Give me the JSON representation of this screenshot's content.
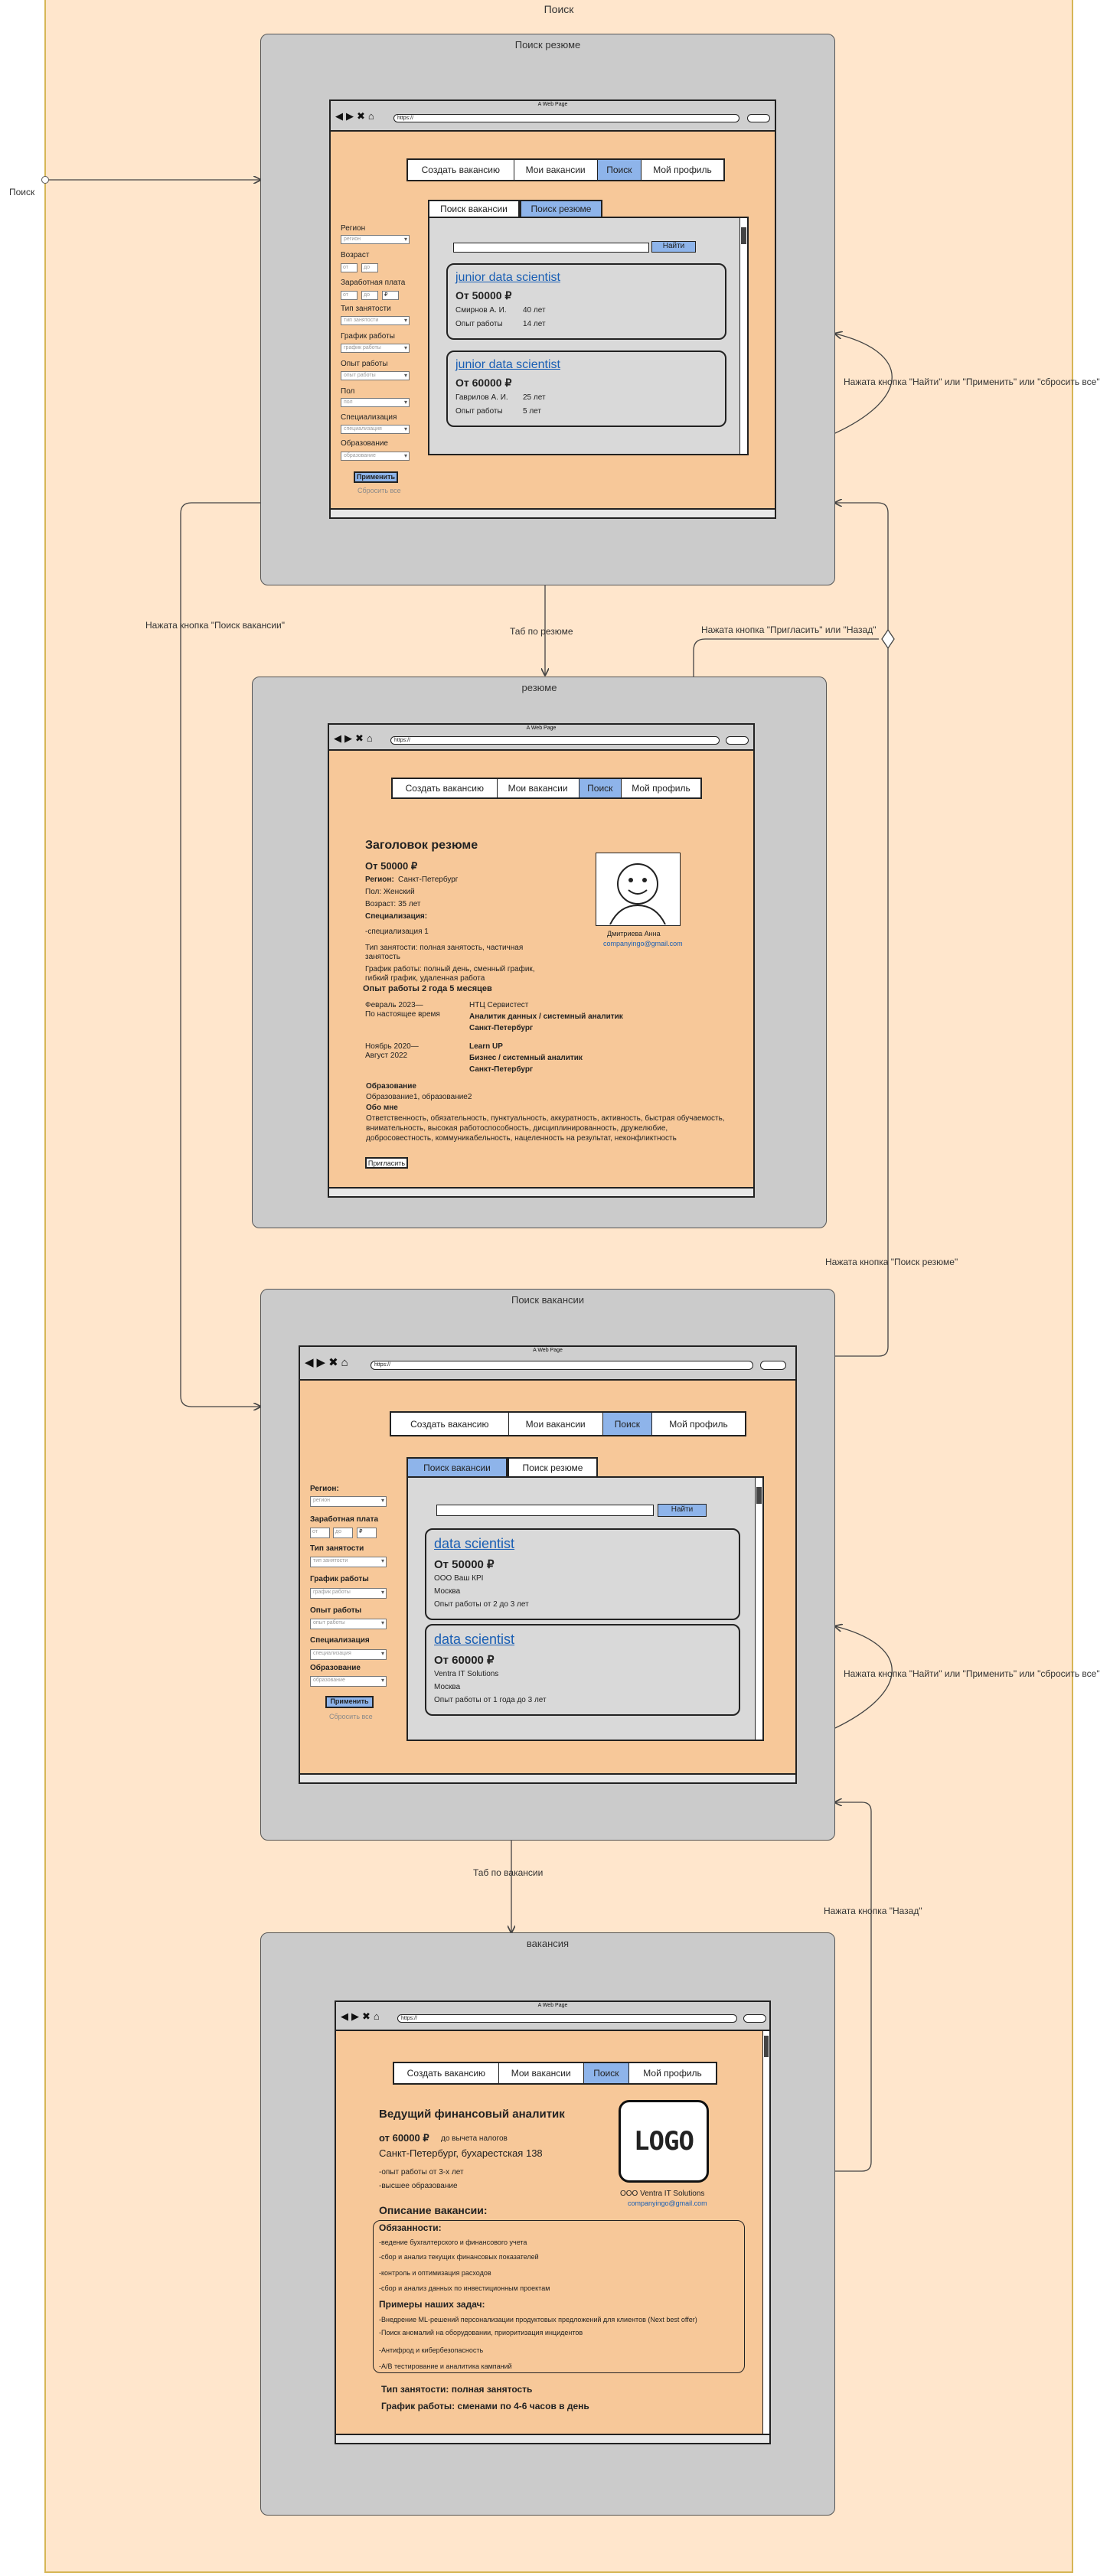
{
  "pool": {
    "title": "Поиск"
  },
  "start_label": "Поиск",
  "menu_items": [
    "Создать вакансию",
    "Мои вакансии",
    "Поиск",
    "Мой профиль"
  ],
  "browser": {
    "title": "A Web Page",
    "url": "https://"
  },
  "frames": {
    "resume_search": "Поиск резюме",
    "resume": "резюме",
    "vacancy_search": "Поиск вакансии",
    "vacancy": "вакансия"
  },
  "edges": {
    "find_apply_reset": "Нажата кнопка \"Найти\" или \"Применить\" или \"сбросить все\"",
    "tab_resume": "Таб по резюме",
    "invite_back": "Нажата кнопка \"Пригласить\" или \"Назад\"",
    "press_vacancy_search": "Нажата кнопка \"Поиск вакансии\"",
    "press_resume_search": "Нажата кнопка \"Поиск резюме\"",
    "tab_vacancy": "Таб по вакансии",
    "press_back": "Нажата кнопка \"Назад\""
  },
  "search_tabs": {
    "vacancies": "Поиск вакансии",
    "resumes": "Поиск резюме"
  },
  "find_button": "Найти",
  "apply_button": "Применить",
  "reset_link": "Сбросить все",
  "resume_filters": [
    {
      "label": "Регион",
      "placeholder": "регион"
    },
    {
      "label": "Возраст",
      "from": "от",
      "to": "до"
    },
    {
      "label": "Заработная плата",
      "from": "от",
      "to": "до",
      "currency": "₽"
    },
    {
      "label": "Тип занятости",
      "placeholder": "тип занятости"
    },
    {
      "label": "График работы",
      "placeholder": "график работы"
    },
    {
      "label": "Опыт работы",
      "placeholder": "опыт работы"
    },
    {
      "label": "Пол",
      "placeholder": "пол"
    },
    {
      "label": "Специализация",
      "placeholder": "специализация"
    },
    {
      "label": "Образование",
      "placeholder": "образование"
    }
  ],
  "vacancy_filters": [
    {
      "label": "Регион:",
      "placeholder": "регион"
    },
    {
      "label": "Заработная плата",
      "from": "от",
      "to": "до",
      "currency": "₽"
    },
    {
      "label": "Тип занятости",
      "placeholder": "тип занятости"
    },
    {
      "label": "График работы",
      "placeholder": "график работы"
    },
    {
      "label": "Опыт работы",
      "placeholder": "опыт работы"
    },
    {
      "label": "Специализация",
      "placeholder": "специализация"
    },
    {
      "label": "Образование",
      "placeholder": "образование"
    }
  ],
  "resume_cards": [
    {
      "title": "junior data scientist",
      "salary": "От 50000 ₽",
      "name": "Смирнов А. И.",
      "age": "40 лет",
      "exp_label": "Опыт работы",
      "exp": "14 лет"
    },
    {
      "title": "junior data scientist",
      "salary": "От 60000 ₽",
      "name": "Гаврилов А. И.",
      "age": "25 лет",
      "exp_label": "Опыт работы",
      "exp": "5 лет"
    }
  ],
  "vacancy_cards": [
    {
      "title": "data scientist",
      "salary": "От 50000 ₽",
      "company": "ООО Ваш КРI",
      "city": "Москва",
      "exp": "Опыт работы от 2 до 3 лет"
    },
    {
      "title": "data scientist",
      "salary": "От 60000 ₽",
      "company": "Ventra IT Solutions",
      "city": "Москва",
      "exp": "Опыт работы от 1 года до 3 лет"
    }
  ],
  "resume": {
    "heading": "Заголовок резюме",
    "salary": "От 50000 ₽",
    "region_label": "Регион:",
    "region": "Санкт-Петербург",
    "gender": "Пол: Женский",
    "age": "Возраст: 35 лет",
    "spec_label": "Специализация:",
    "spec": "-специализация 1",
    "employment": [
      "Тип занятости: полная занятость, частичная",
      "занятость"
    ],
    "schedule": [
      "График работы: полный день, сменный график,",
      "гибкий график, удаленная работа"
    ],
    "experience_total": "Опыт работы 2 года 5 месяцев",
    "jobs": [
      {
        "period": [
          "Февраль 2023—",
          "По настоящее время"
        ],
        "company": "НТЦ Сервистест",
        "role": "Аналитик данных / системный аналитик",
        "city": "Санкт-Петербург"
      },
      {
        "period": [
          "Ноябрь 2020—",
          "Август 2022"
        ],
        "company": "Learn UP",
        "role": "Бизнес / системный аналитик",
        "city": "Санкт-Петербург"
      }
    ],
    "education_label": "Образование",
    "education": "Образование1, образование2",
    "about_label": "Обо мне",
    "about": [
      "Ответственность, обязательность, пунктуальность, аккуратность, активность, быстрая обучаемость,",
      "внимательность, высокая работоспособность, дисциплинированность, дружелюбие,",
      "добросовестность, коммуникабельность, нацеленность на результат, неконфликтность"
    ],
    "person_name": "Дмитриева Анна",
    "email": "companyingo@gmail.com",
    "invite_button": "Пригласить"
  },
  "vacancy": {
    "title": "Ведущий финансовый аналитик",
    "salary": "от 60000 ₽",
    "salary_note": "до вычета налогов",
    "address": "Санкт-Петербург, бухарестская 138",
    "req": [
      "-опыт работы от 3-х лет",
      "-высшее образование"
    ],
    "logo_text": "LOGO",
    "company": "ООО Ventra IT Solutions",
    "email": "companyingo@gmail.com",
    "desc_label": "Описание вакансии:",
    "duties_label": "Обязанности:",
    "duties": [
      "-ведение бухгалтерского и финансового учета",
      "-сбор и анализ текущих финансовых показателей",
      "-контроль и оптимизация расходов",
      "-сбор и анализ данных по инвестиционным проектам"
    ],
    "tasks_label": "Примеры наших задач:",
    "tasks": [
      "-Внедрение ML-решений персонализации продуктовых предложений для клиентов (Next best offer)",
      "-Поиск аномалий на оборудовании, приоритизация инцидентов",
      "-Антифрод и кибербезопасность",
      "-A/B тестирование и аналитика кампаний"
    ],
    "employment": "Тип занятости: полная занятость",
    "schedule": "График работы: сменами по 4-6 часов в день"
  }
}
